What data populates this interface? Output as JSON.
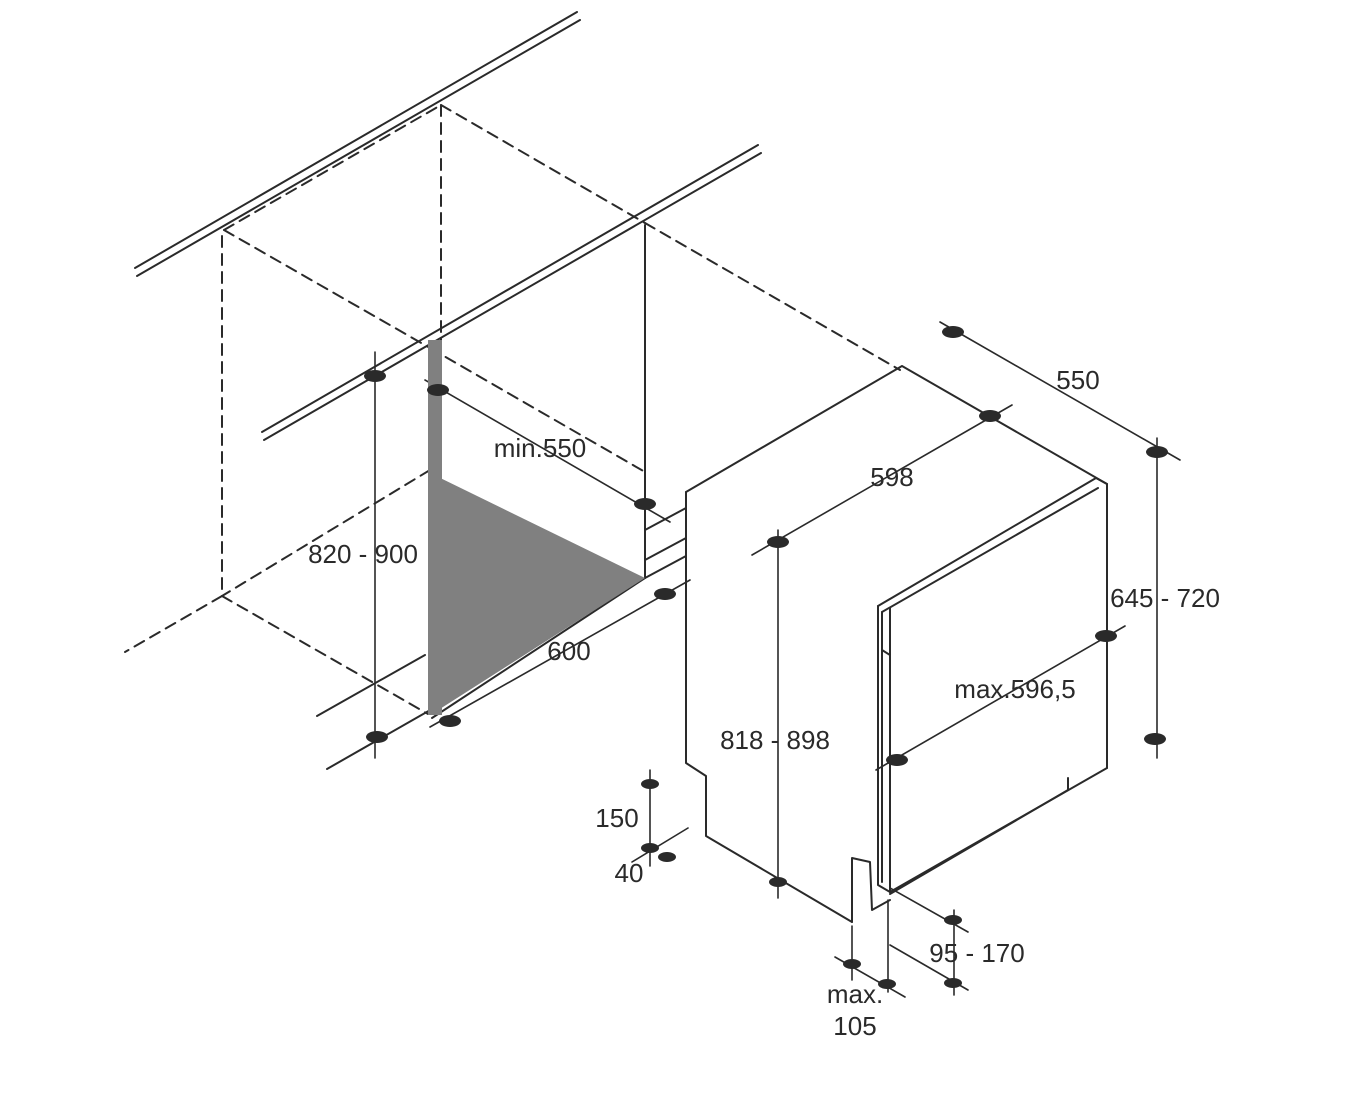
{
  "colors": {
    "line": "#2a2a2a",
    "niche_fill": "#808080",
    "background": "#ffffff"
  },
  "dimensions": {
    "niche_height": "820 - 900",
    "niche_depth": "min.550",
    "niche_width": "600",
    "appliance_depth": "550",
    "appliance_width": "598",
    "appliance_height": "818 - 898",
    "door_height": "645 - 720",
    "door_width": "max.596,5",
    "plinth_height": "150",
    "plinth_depth": "40",
    "door_gap": "95 - 170",
    "plinth_offset_line1": "max.",
    "plinth_offset_line2": "105"
  }
}
